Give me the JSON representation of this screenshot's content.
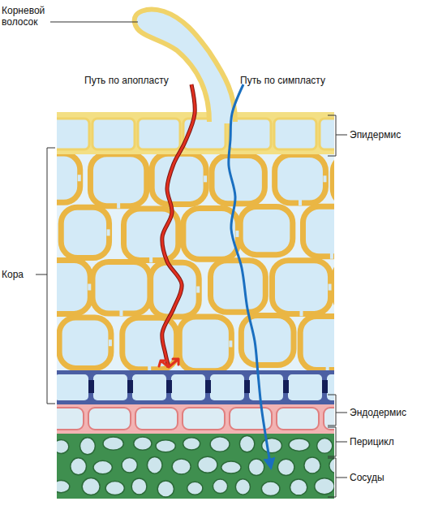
{
  "diagram": {
    "labels": [
      "Корневой волосок",
      "Путь по апопласту",
      "Путь по симпласту",
      "Эпидермис",
      "Кора",
      "Эндодермис",
      "Перицикл",
      "Сосуды"
    ]
  }
}
